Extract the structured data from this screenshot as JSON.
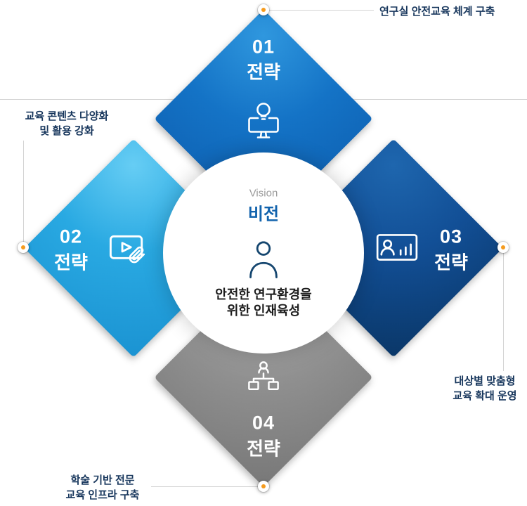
{
  "colors": {
    "accent_orange": "#F59B1E",
    "callout_text": "#17365C",
    "line_gray": "#D4D4D4",
    "diamond_top_blue": "#1473C6",
    "diamond_left_cyan": "#29A9E2",
    "diamond_right_navy": "#124F96",
    "diamond_bottom_gray": "#909090",
    "vision_blue": "#1263AD"
  },
  "center": {
    "vision_label_en": "Vision",
    "vision_label_ko": "비전",
    "statement_line1": "안전한 연구환경을",
    "statement_line2": "위한 인재육성",
    "icon": "person-icon"
  },
  "diamonds": [
    {
      "number": "01",
      "label": "전략",
      "icon": "monitor-lightbulb-icon"
    },
    {
      "number": "02",
      "label": "전략",
      "icon": "video-play-clip-icon"
    },
    {
      "number": "03",
      "label": "전략",
      "icon": "person-chart-icon"
    },
    {
      "number": "04",
      "label": "전략",
      "icon": "org-chart-icon"
    }
  ],
  "callouts": {
    "top": {
      "text": "연구실 안전교육 체계 구축"
    },
    "left": {
      "line1": "교육 콘텐츠 다양화",
      "line2": "및 활용 강화"
    },
    "right": {
      "line1": "대상별 맞춤형",
      "line2": "교육 확대 운영"
    },
    "bottom": {
      "line1": "학술 기반 전문",
      "line2": "교육 인프라 구축"
    }
  }
}
